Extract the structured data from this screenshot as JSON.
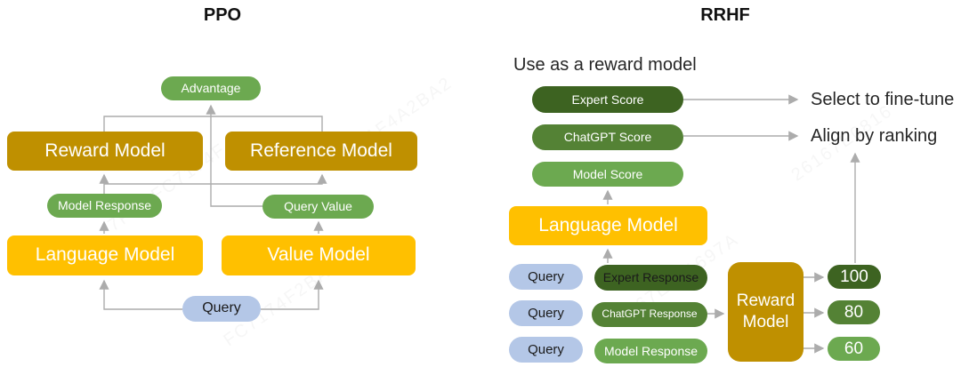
{
  "colors": {
    "gold": "#BF9000",
    "yellow": "#FFC000",
    "green_light": "#6CA950",
    "green_medium": "#548235",
    "green_dark": "#3D6321",
    "query_blue": "#B4C7E7",
    "arrow_gray": "#ACACAC"
  },
  "ppo": {
    "title": "PPO",
    "advantage": "Advantage",
    "reward_model": "Reward Model",
    "reference_model": "Reference Model",
    "model_response": "Model Response",
    "query_value": "Query Value",
    "language_model": "Language Model",
    "value_model": "Value Model",
    "query": "Query"
  },
  "rrhf": {
    "title": "RRHF",
    "annotation": "Use as a reward model",
    "expert_score": "Expert Score",
    "chatgpt_score": "ChatGPT Score",
    "model_score": "Model Score",
    "select_to_finetune": "Select to fine-tune",
    "align_by_ranking": "Align by ranking",
    "language_model": "Language Model",
    "query": "Query",
    "expert_response": "Expert Response",
    "chatgpt_response": "ChatGPT Response",
    "model_response": "Model Response",
    "reward_model": "Reward Model",
    "scores": {
      "expert": "100",
      "chatgpt": "80",
      "model": "60"
    }
  },
  "watermark": [
    "7FDAFC7174F",
    "251F4A2BA2",
    "D67E081697A",
    "26167E0816",
    "FC7174F2BA2"
  ]
}
